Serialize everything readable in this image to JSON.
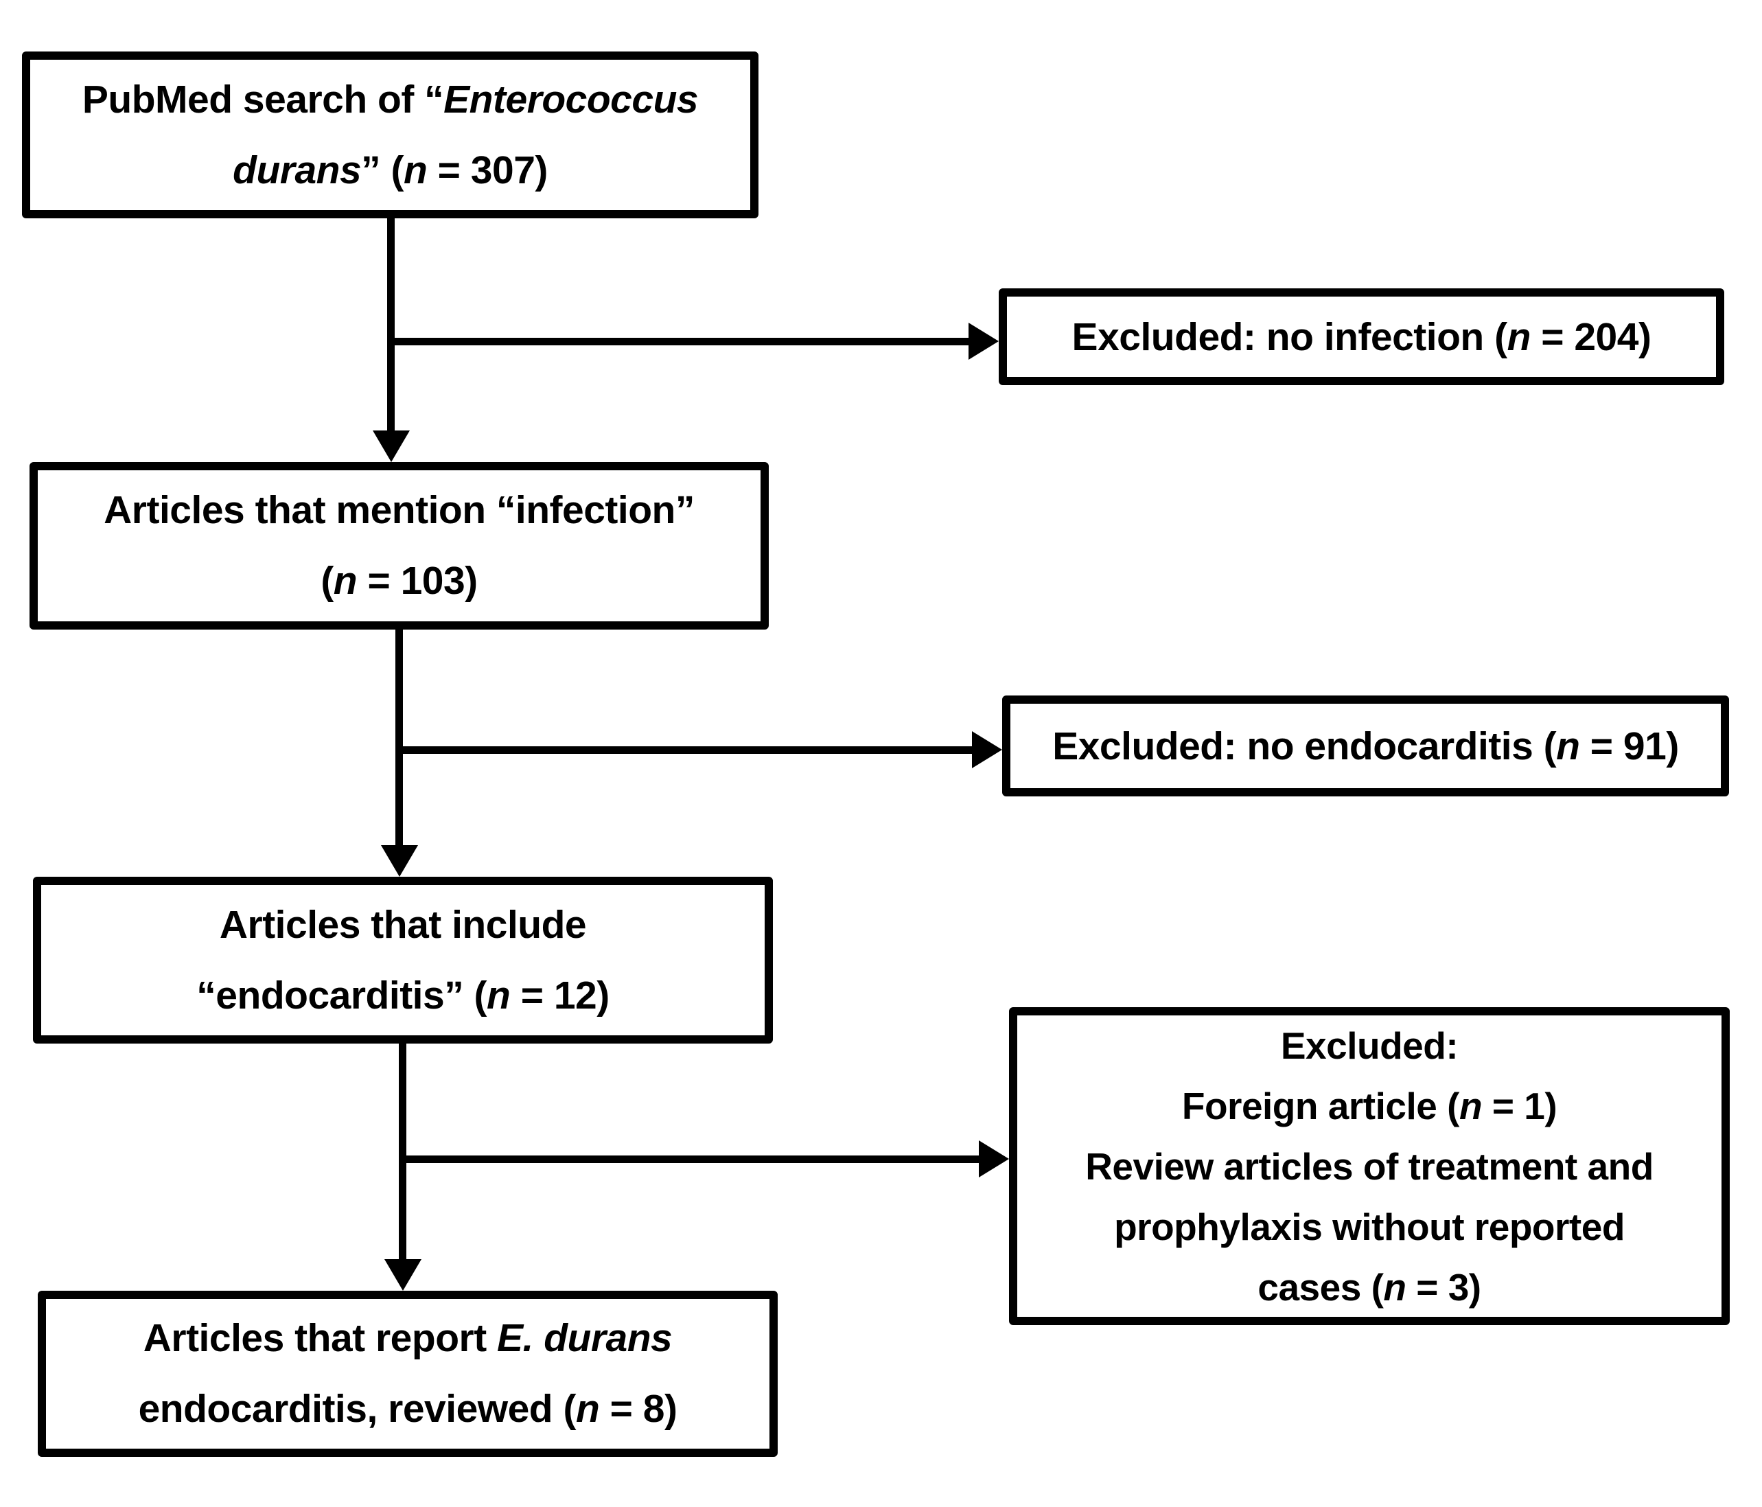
{
  "diagram": {
    "type": "flowchart",
    "background_color": "#ffffff",
    "box_border_color": "#000000",
    "text_color": "#000000",
    "boxes": [
      {
        "name": "pubmed-search",
        "lines": [
          [
            {
              "text": "PubMed search of “"
            },
            {
              "text": "Enterococcus",
              "italic": true
            }
          ],
          [
            {
              "text": "durans",
              "italic": true
            },
            {
              "text": "” ("
            },
            {
              "text": "n",
              "italic": true
            },
            {
              "text": " = 307)"
            }
          ]
        ]
      },
      {
        "name": "excluded-no-infection",
        "lines": [
          [
            {
              "text": "Excluded: no infection ("
            },
            {
              "text": "n",
              "italic": true
            },
            {
              "text": " = 204)"
            }
          ]
        ]
      },
      {
        "name": "articles-mention-infection",
        "lines": [
          [
            {
              "text": "Articles that mention “infection”"
            }
          ],
          [
            {
              "text": "("
            },
            {
              "text": "n",
              "italic": true
            },
            {
              "text": " = 103)"
            }
          ]
        ]
      },
      {
        "name": "excluded-no-endocarditis",
        "lines": [
          [
            {
              "text": "Excluded: no endocarditis ("
            },
            {
              "text": "n",
              "italic": true
            },
            {
              "text": " = 91)"
            }
          ]
        ]
      },
      {
        "name": "articles-include-endocarditis",
        "lines": [
          [
            {
              "text": "Articles that include"
            }
          ],
          [
            {
              "text": "“endocarditis” ("
            },
            {
              "text": "n",
              "italic": true
            },
            {
              "text": " = 12)"
            }
          ]
        ]
      },
      {
        "name": "excluded-foreign-and-review",
        "lines": [
          [
            {
              "text": "Excluded:"
            }
          ],
          [
            {
              "text": "Foreign article ("
            },
            {
              "text": "n",
              "italic": true
            },
            {
              "text": " = 1)"
            }
          ],
          [
            {
              "text": "Review articles of treatment and"
            }
          ],
          [
            {
              "text": "prophylaxis without reported"
            }
          ],
          [
            {
              "text": "cases ("
            },
            {
              "text": "n",
              "italic": true
            },
            {
              "text": " = 3)"
            }
          ]
        ]
      },
      {
        "name": "articles-reviewed",
        "lines": [
          [
            {
              "text": "Articles that report "
            },
            {
              "text": "E. durans",
              "italic": true
            }
          ],
          [
            {
              "text": "endocarditis, reviewed ("
            },
            {
              "text": "n",
              "italic": true
            },
            {
              "text": " = 8)"
            }
          ]
        ]
      }
    ]
  }
}
